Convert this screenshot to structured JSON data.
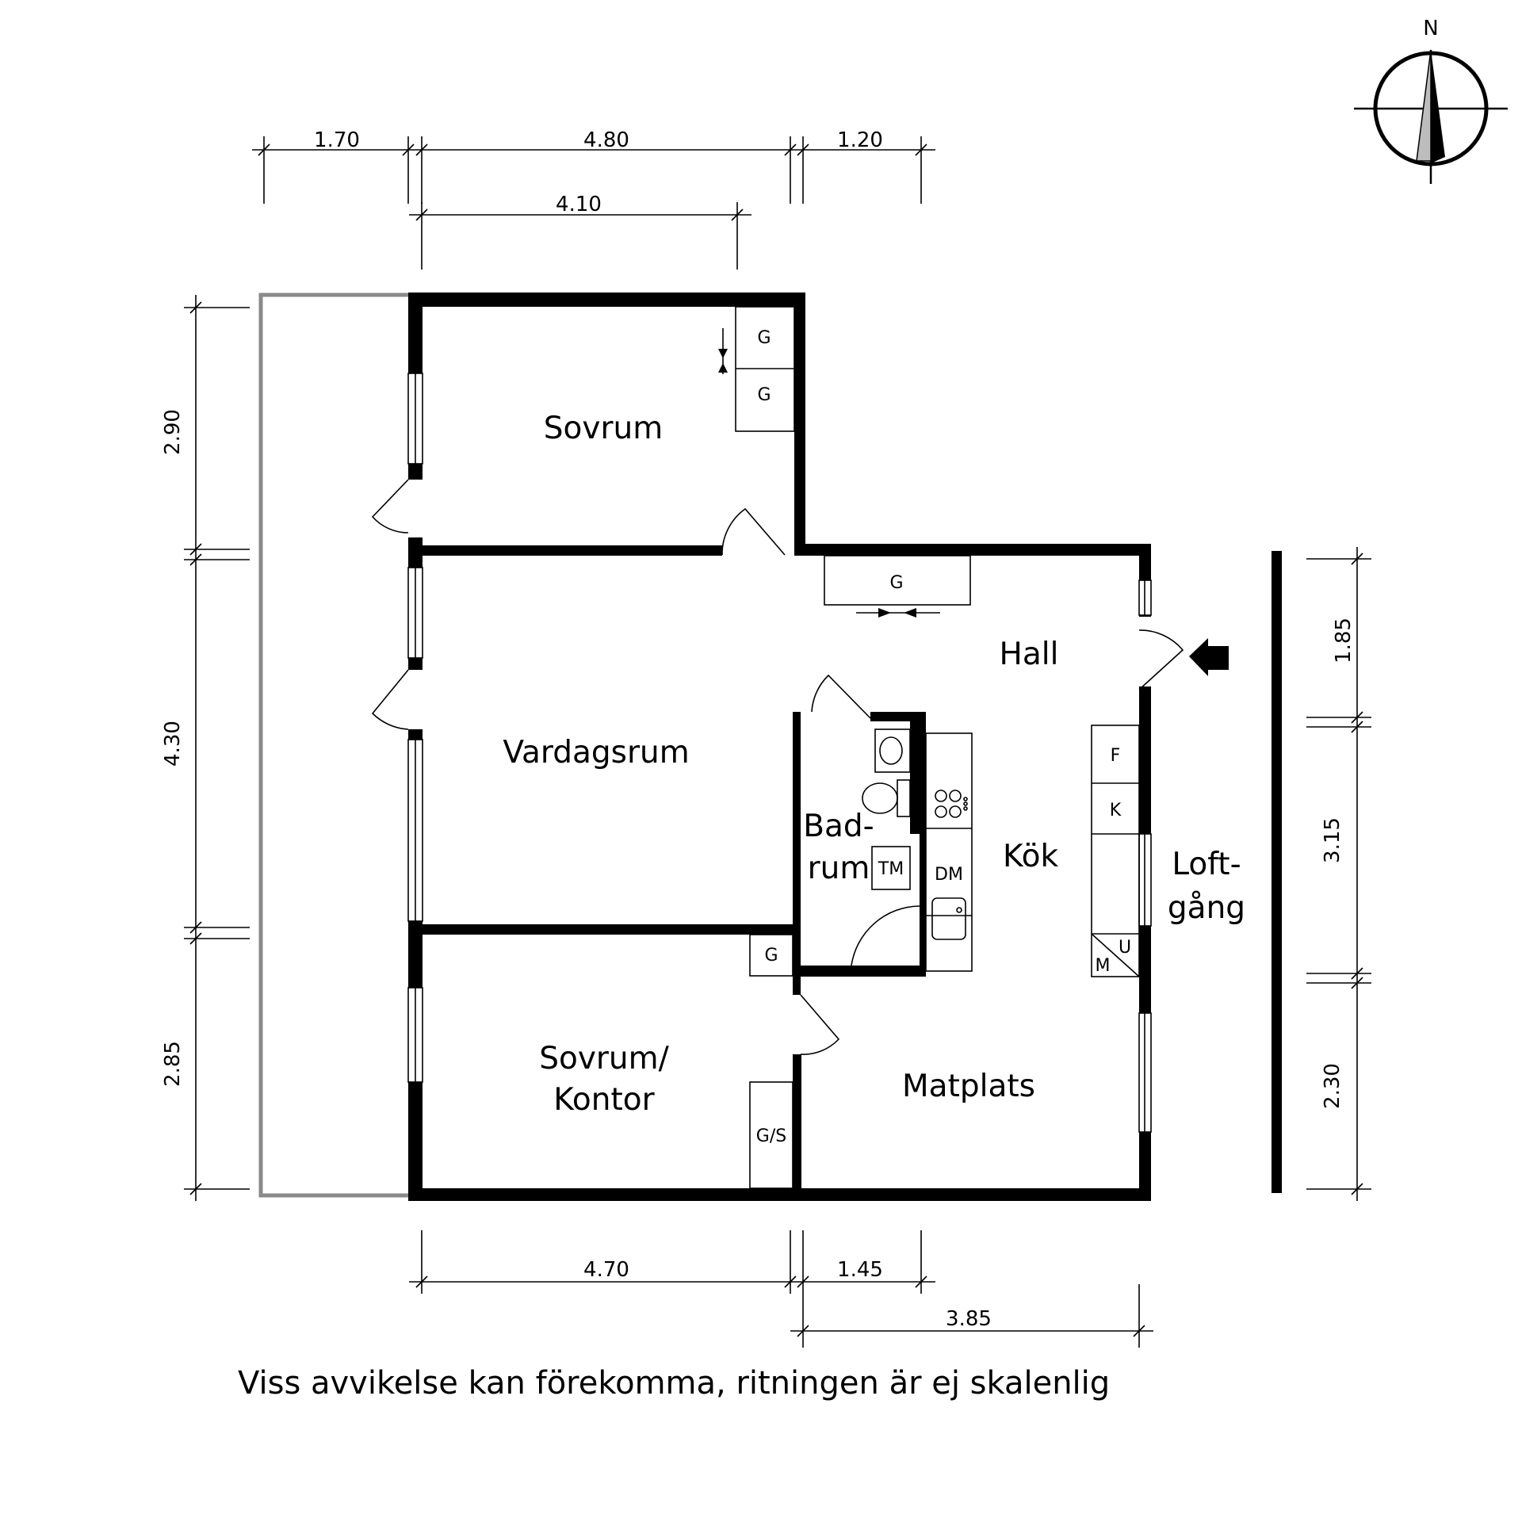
{
  "rooms": {
    "sovrum": "Sovrum",
    "vardagsrum": "Vardagsrum",
    "hall": "Hall",
    "badrum_1": "Bad-",
    "badrum_2": "rum",
    "kok": "Kök",
    "sovrum_kontor_1": "Sovrum/",
    "sovrum_kontor_2": "Kontor",
    "matplats": "Matplats",
    "loftgang_1": "Loft-",
    "loftgang_2": "gång"
  },
  "fixtures": {
    "wardrobe": "G",
    "wardrobe_linen": "G/S",
    "washing_machine": "TM",
    "dishwasher": "DM",
    "fridge": "F",
    "freezer": "K",
    "microwave": "M",
    "oven": "U"
  },
  "dimensions": {
    "top": [
      "1.70",
      "4.80",
      "1.20",
      "4.10"
    ],
    "left": [
      "2.90",
      "4.30",
      "2.85"
    ],
    "right": [
      "1.85",
      "3.15",
      "2.30"
    ],
    "bottom": [
      "4.70",
      "1.45",
      "3.85"
    ]
  },
  "compass": {
    "north_label": "N"
  },
  "note": "Viss avvikelse kan förekomma, ritningen är ej skalenlig",
  "colors": {
    "wall": "#000000",
    "balcony": "#8a8a8a",
    "background": "#ffffff"
  }
}
